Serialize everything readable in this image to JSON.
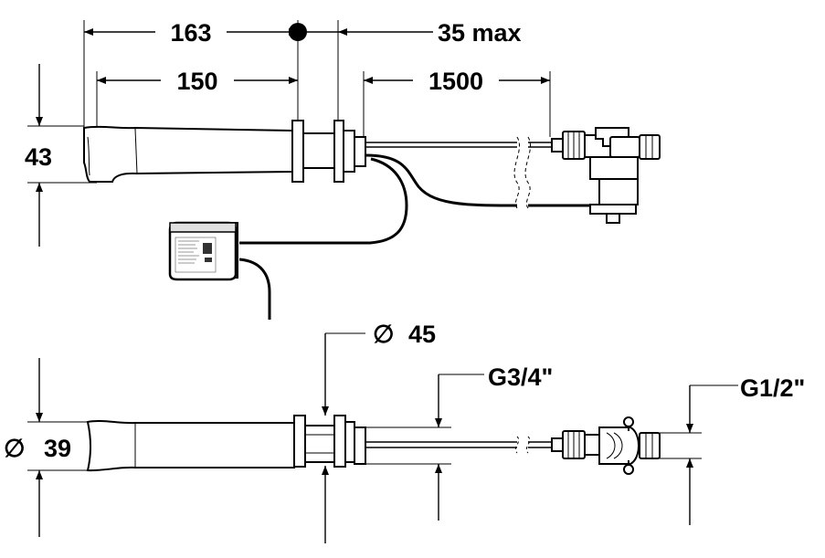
{
  "dimensions": {
    "overall_length": "163",
    "wall_thickness": "35 max",
    "spout_length": "150",
    "hose_length": "1500",
    "height": "43",
    "flange_diameter_symbol": "∅",
    "flange_diameter": "45",
    "connection_thread_large": "G3/4\"",
    "connection_thread_small": "G1/2\"",
    "spout_diameter_symbol": "∅",
    "spout_diameter": "39"
  }
}
